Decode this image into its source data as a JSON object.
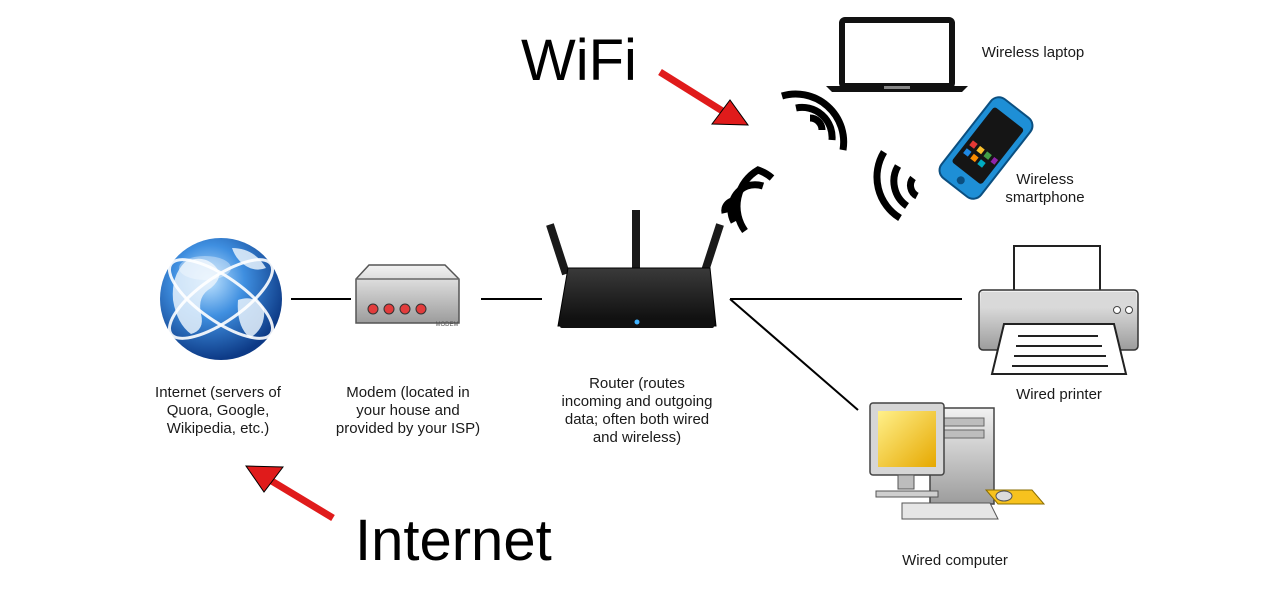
{
  "headings": {
    "wifi": "WiFi",
    "internet": "Internet"
  },
  "nodes": {
    "internet": "Internet (servers of\nQuora, Google,\nWikipedia, etc.)",
    "modem": "Modem (located in\nyour house and\nprovided by your ISP)",
    "router": "Router (routes\nincoming and outgoing\ndata; often both wired\nand wireless)",
    "laptop": "Wireless laptop",
    "smartphone": "Wireless\nsmartphone",
    "printer": "Wired printer",
    "computer": "Wired computer"
  },
  "device_marks": {
    "modem_plate": "MODEM"
  },
  "icons": [
    "globe-icon",
    "modem-icon",
    "router-icon",
    "laptop-icon",
    "smartphone-icon",
    "printer-icon",
    "computer-icon",
    "wifi-signal-icon",
    "red-arrow-icon"
  ],
  "colors": {
    "arrow": "#e01b1b",
    "line": "#000000",
    "globe": "#1f5fb5",
    "monitor_screen": "#f2c200",
    "phone_body": "#1e8fd6"
  }
}
